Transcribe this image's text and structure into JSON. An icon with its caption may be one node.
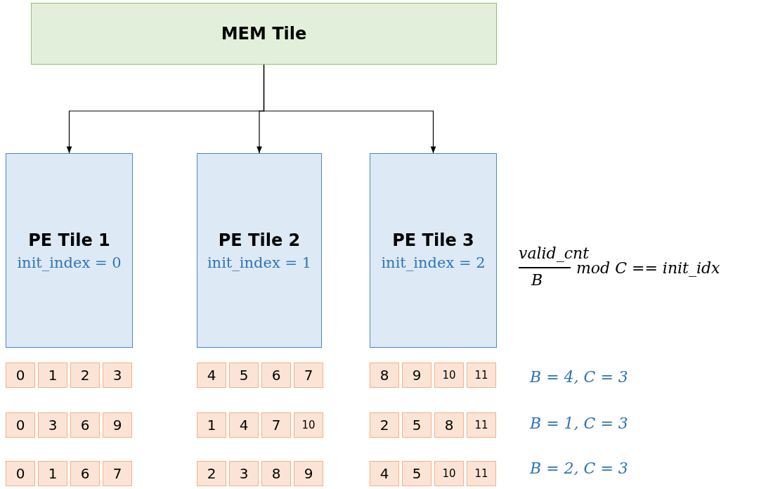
{
  "diagram": {
    "nodes": [
      {
        "text": [
          "MEM Tile"
        ]
      },
      {
        "text": [
          "PE Tile 1",
          "init_index = 0"
        ]
      },
      {
        "text": [
          "PE Tile 2",
          "init_index = 1"
        ]
      },
      {
        "text": [
          "PE Tile 3",
          "init_index = 2"
        ]
      },
      {
        "text": [
          "0"
        ]
      },
      {
        "text": [
          "1"
        ]
      },
      {
        "text": [
          "2"
        ]
      },
      {
        "text": [
          "3"
        ]
      },
      {
        "text": [
          "4"
        ]
      },
      {
        "text": [
          "5"
        ]
      },
      {
        "text": [
          "6"
        ]
      },
      {
        "text": [
          "7"
        ]
      },
      {
        "text": [
          "8"
        ]
      },
      {
        "text": [
          "9"
        ]
      },
      {
        "text": [
          "10"
        ]
      },
      {
        "text": [
          "11"
        ]
      },
      {
        "text": [
          "0"
        ]
      },
      {
        "text": [
          "3"
        ]
      },
      {
        "text": [
          "6"
        ]
      },
      {
        "text": [
          "9"
        ]
      },
      {
        "text": [
          "1"
        ]
      },
      {
        "text": [
          "4"
        ]
      },
      {
        "text": [
          "7"
        ]
      },
      {
        "text": [
          "10"
        ]
      },
      {
        "text": [
          "2"
        ]
      },
      {
        "text": [
          "5"
        ]
      },
      {
        "text": [
          "8"
        ]
      },
      {
        "text": [
          "11"
        ]
      },
      {
        "text": [
          "0"
        ]
      },
      {
        "text": [
          "1"
        ]
      },
      {
        "text": [
          "6"
        ]
      },
      {
        "text": [
          "7"
        ]
      },
      {
        "text": [
          "2"
        ]
      },
      {
        "text": [
          "3"
        ]
      },
      {
        "text": [
          "8"
        ]
      },
      {
        "text": [
          "9"
        ]
      },
      {
        "text": [
          "4"
        ]
      },
      {
        "text": [
          "5"
        ]
      },
      {
        "text": [
          "10"
        ]
      },
      {
        "text": [
          "11"
        ]
      }
    ],
    "edges": [
      {
        "from": 0,
        "to": 1,
        "arrow": "to"
      },
      {
        "from": 0,
        "to": 2,
        "arrow": "to"
      },
      {
        "from": 0,
        "to": 3,
        "arrow": "to"
      }
    ],
    "labels": [
      "valid_cnt",
      "B",
      "mod C == init_idx",
      "B = 4, C = 3",
      "B = 1, C = 3",
      "B = 2, C = 3"
    ]
  }
}
